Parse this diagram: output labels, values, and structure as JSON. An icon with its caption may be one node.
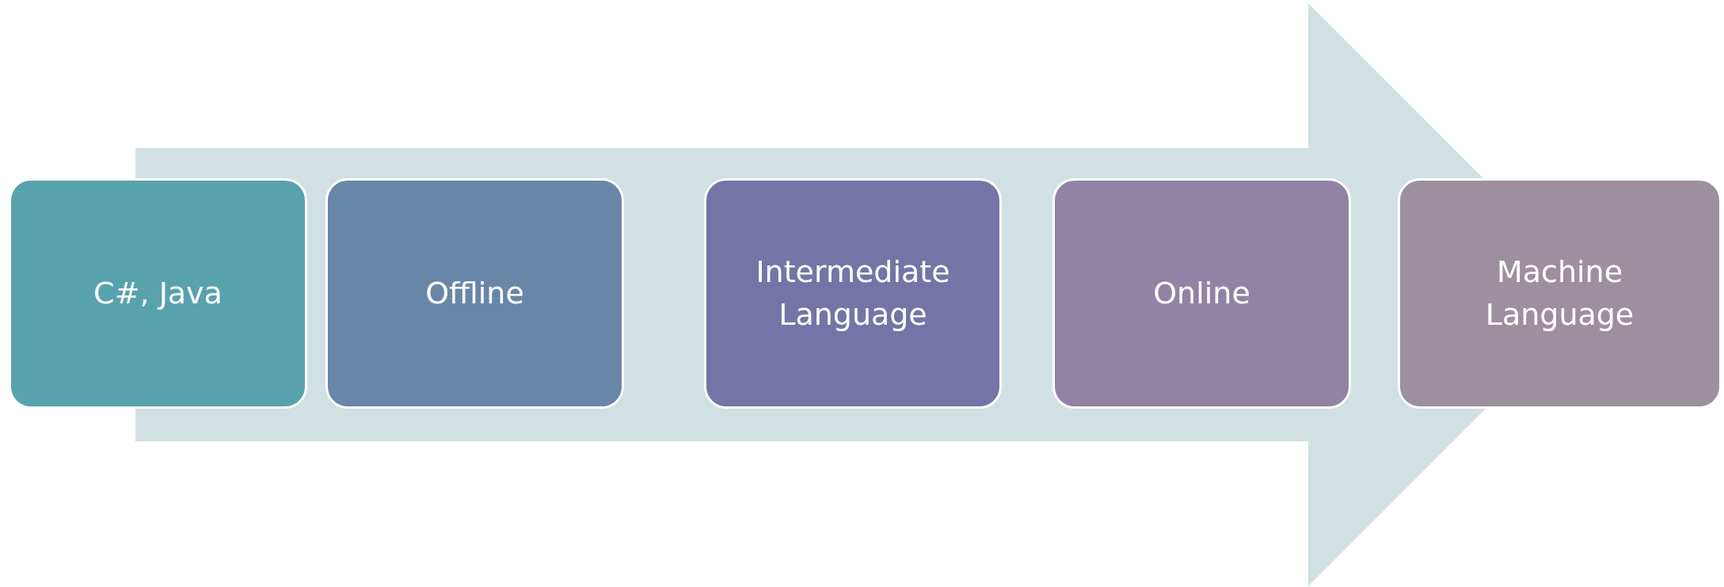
{
  "diagram": {
    "nodes": [
      {
        "text": [
          "C#, Java"
        ]
      },
      {
        "text": [
          "Offline"
        ]
      },
      {
        "text": [
          "Intermediate Language"
        ]
      },
      {
        "text": [
          "Online"
        ]
      },
      {
        "text": [
          "Machine Language"
        ]
      }
    ],
    "edges": [
      {
        "from": 0,
        "to": 4,
        "arrow": "to"
      }
    ]
  }
}
